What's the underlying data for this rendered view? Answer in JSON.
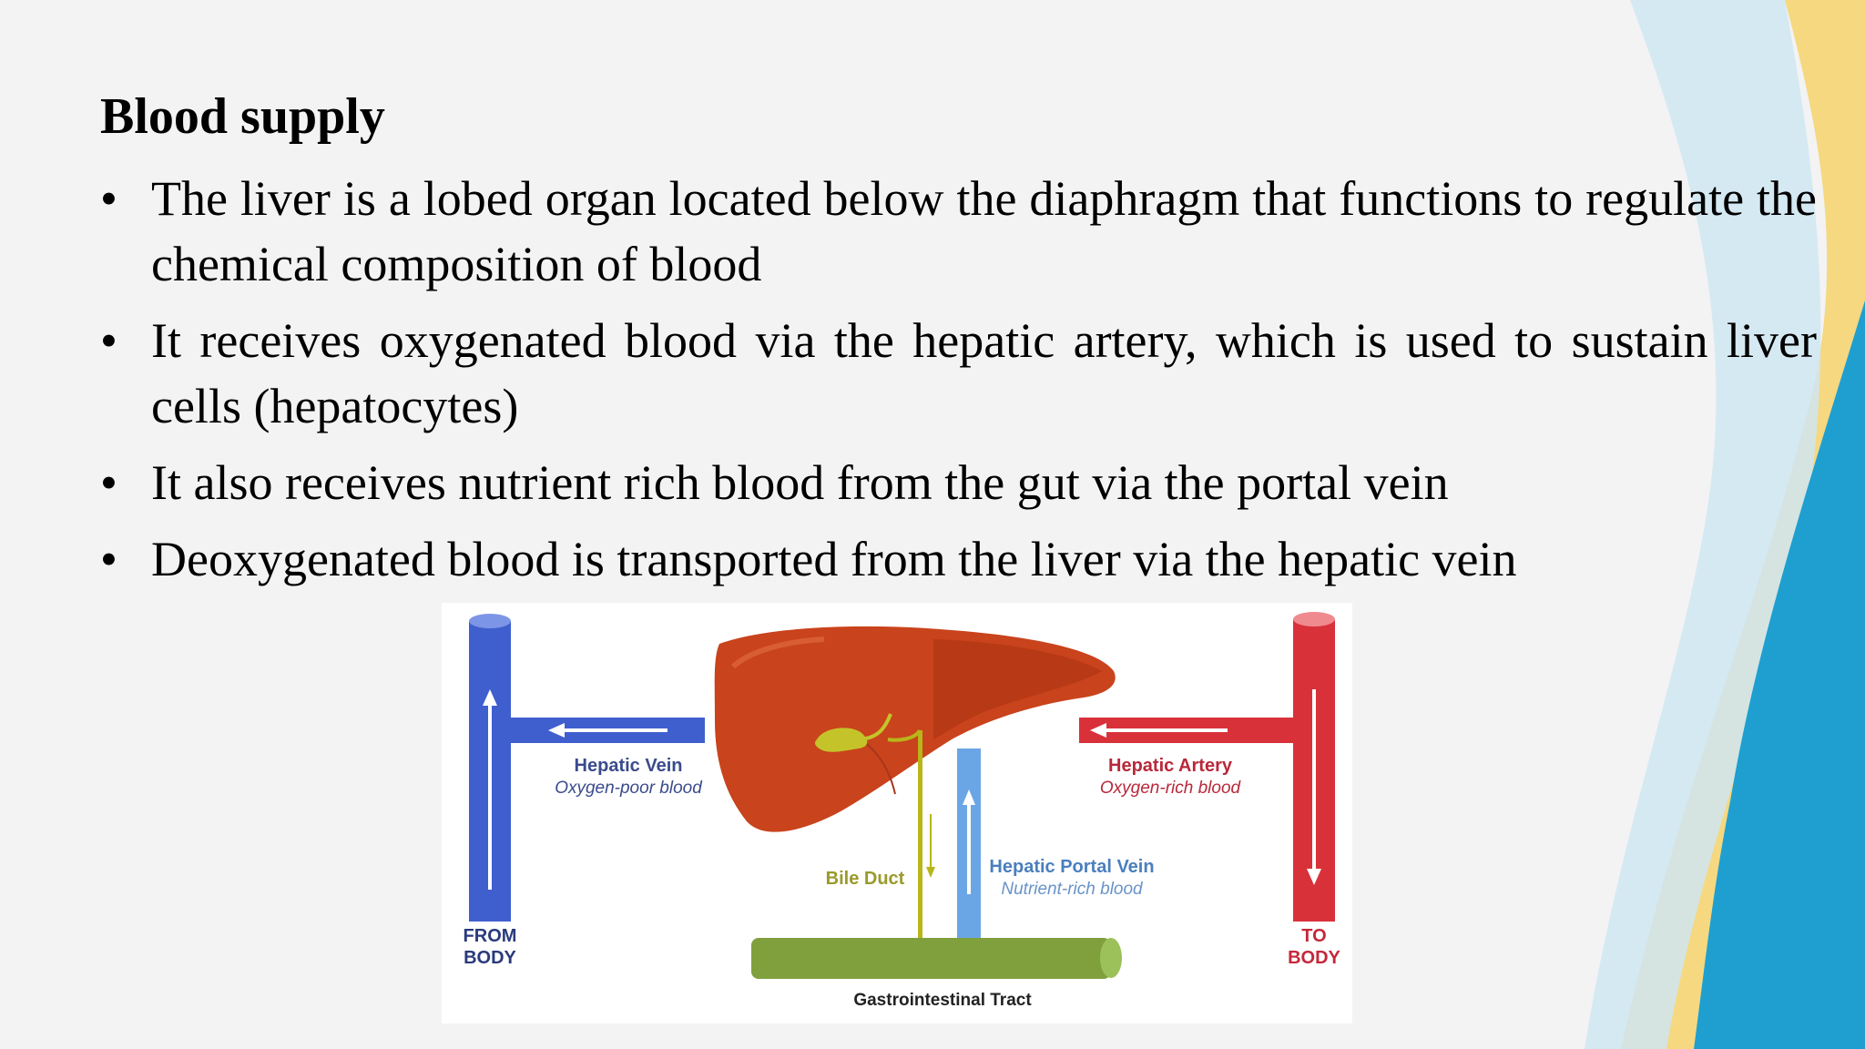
{
  "slide": {
    "title": "Blood supply",
    "bullets": [
      "The liver is a lobed organ located below the diaphragm that functions to regulate the chemical composition of blood",
      "It receives oxygenated blood via the hepatic artery, which is used to sustain liver cells (hepatocytes)",
      "It also receives nutrient rich blood from the gut via the portal vein",
      "Deoxygenated blood is transported from the liver via the hepatic vein"
    ],
    "bullet_symbol": "•"
  },
  "diagram": {
    "hepatic_vein": {
      "name": "Hepatic Vein",
      "desc": "Oxygen-poor blood"
    },
    "hepatic_artery": {
      "name": "Hepatic Artery",
      "desc": "Oxygen-rich blood"
    },
    "portal_vein": {
      "name": "Hepatic Portal Vein",
      "desc": "Nutrient-rich blood"
    },
    "bile_duct": "Bile Duct",
    "gi_tract": "Gastrointestinal Tract",
    "from_body": [
      "FROM",
      "BODY"
    ],
    "to_body": [
      "TO",
      "BODY"
    ]
  },
  "colors": {
    "vein_blue": "#3f5fcf",
    "artery_red": "#d8313a",
    "portal_blue": "#6aa6e6",
    "liver": "#c9431c",
    "bile_duct": "#b8b61a",
    "gi_tract": "#7fa03c",
    "accent_yellow": "#f4c84a",
    "accent_teal": "#1e9fd0"
  }
}
